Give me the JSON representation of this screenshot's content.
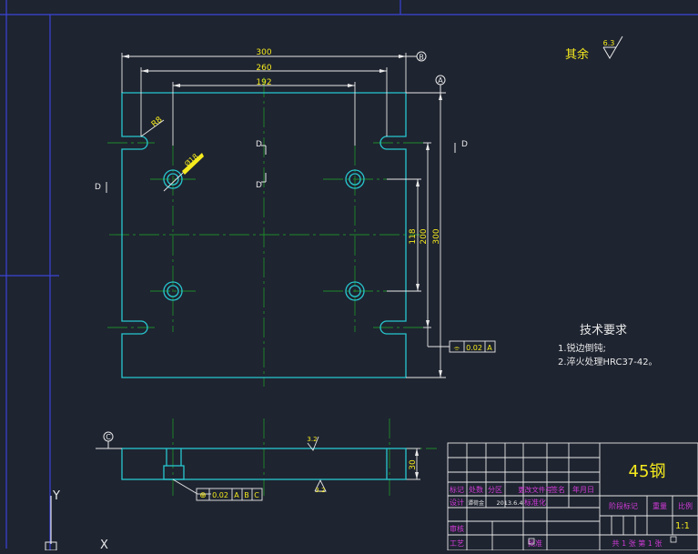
{
  "dimensions": {
    "top_300": "300",
    "top_260": "260",
    "top_192": "192",
    "radius": "R8",
    "hole_dia": "Ø18",
    "right_118": "118",
    "right_200": "200",
    "right_300": "300",
    "side_30": "30"
  },
  "datums": {
    "b": "B",
    "a": "A",
    "c": "C"
  },
  "section_letter": "D",
  "roughness": {
    "other_label": "其余",
    "other_value": "6.3",
    "side_top": "3.2",
    "side_bottom": "3.2"
  },
  "tolerance_flat": {
    "symbol": "⌯",
    "value": "0.02",
    "datum": "A"
  },
  "tolerance_pos": {
    "symbol": "⊕",
    "value": "0.02",
    "datums": [
      "A",
      "B",
      "C"
    ]
  },
  "tech_requirements": {
    "title": "技术要求",
    "items": [
      "1.锐边倒钝;",
      "2.淬火处理HRC37-42。"
    ]
  },
  "title_block": {
    "material": "45钢",
    "headers": [
      "标记",
      "处数",
      "分区",
      "更改文件号",
      "签名",
      "年月日"
    ],
    "row_design": [
      "设计",
      "谭荷金",
      "2013.6.4",
      "标准化"
    ],
    "row_review": "审核",
    "row_process": "工艺",
    "approve": "批准",
    "stage_label": "阶段标记",
    "weight_label": "重量",
    "scale_label": "比例",
    "scale_value": "1:1",
    "sheets": "共 1 张  第 1 张"
  },
  "ucs": {
    "y": "Y",
    "x": "X"
  }
}
